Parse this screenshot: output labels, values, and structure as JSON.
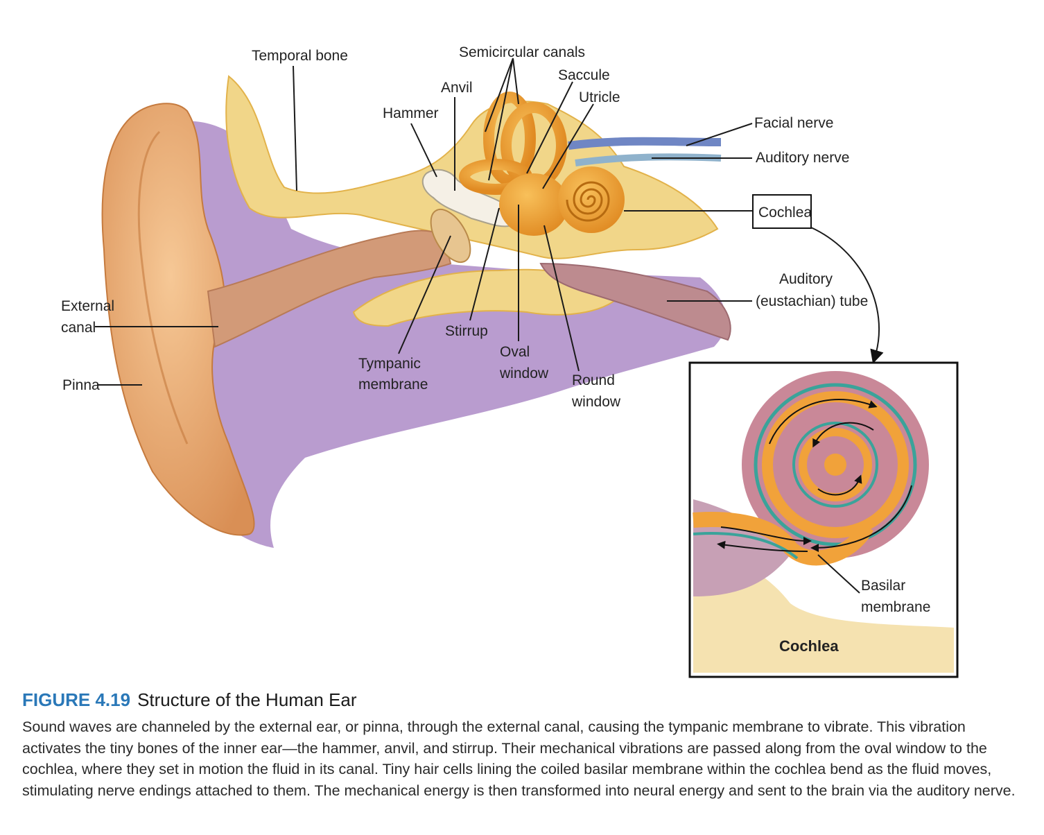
{
  "labels": {
    "temporal_bone": "Temporal bone",
    "semicircular_canals": "Semicircular canals",
    "saccule": "Saccule",
    "utricle": "Utricle",
    "anvil": "Anvil",
    "hammer": "Hammer",
    "facial_nerve": "Facial nerve",
    "auditory_nerve": "Auditory nerve",
    "cochlea": "Cochlea",
    "auditory_tube_line1": "Auditory",
    "auditory_tube_line2": "(eustachian) tube",
    "external_canal_line1": "External",
    "external_canal_line2": "canal",
    "pinna": "Pinna",
    "stirrup": "Stirrup",
    "tympanic_line1": "Tympanic",
    "tympanic_line2": "membrane",
    "oval_line1": "Oval",
    "oval_line2": "window",
    "round_line1": "Round",
    "round_line2": "window",
    "basilar_line1": "Basilar",
    "basilar_line2": "membrane",
    "inset_title": "Cochlea"
  },
  "caption": {
    "figure_number": "FIGURE 4.19",
    "title": "Structure of the Human Ear",
    "body": "Sound waves are channeled by the external ear, or pinna, through the external canal, causing the tympanic membrane to vibrate. This vibration activates the tiny bones of the inner ear—the hammer, anvil, and stirrup. Their mechanical vibrations are passed along from the oval window to the cochlea, where they set in motion the fluid in its canal. Tiny hair cells lining the coiled basilar membrane within the cochlea bend as the fluid moves, stimulating nerve endings attached to them. The mechanical energy is then transformed into neural energy and sent to the brain via the auditory nerve."
  },
  "colors": {
    "skin": "#e9ae78",
    "tissue_purple": "#b99ccf",
    "bone_yellow": "#f1d689",
    "inner_ear_orange": "#efa33c",
    "nerve_blue": "#6f86c4",
    "cochlea_pink": "#c98898",
    "basilar_teal": "#3aa39a",
    "figure_number_blue": "#2a78b8"
  }
}
